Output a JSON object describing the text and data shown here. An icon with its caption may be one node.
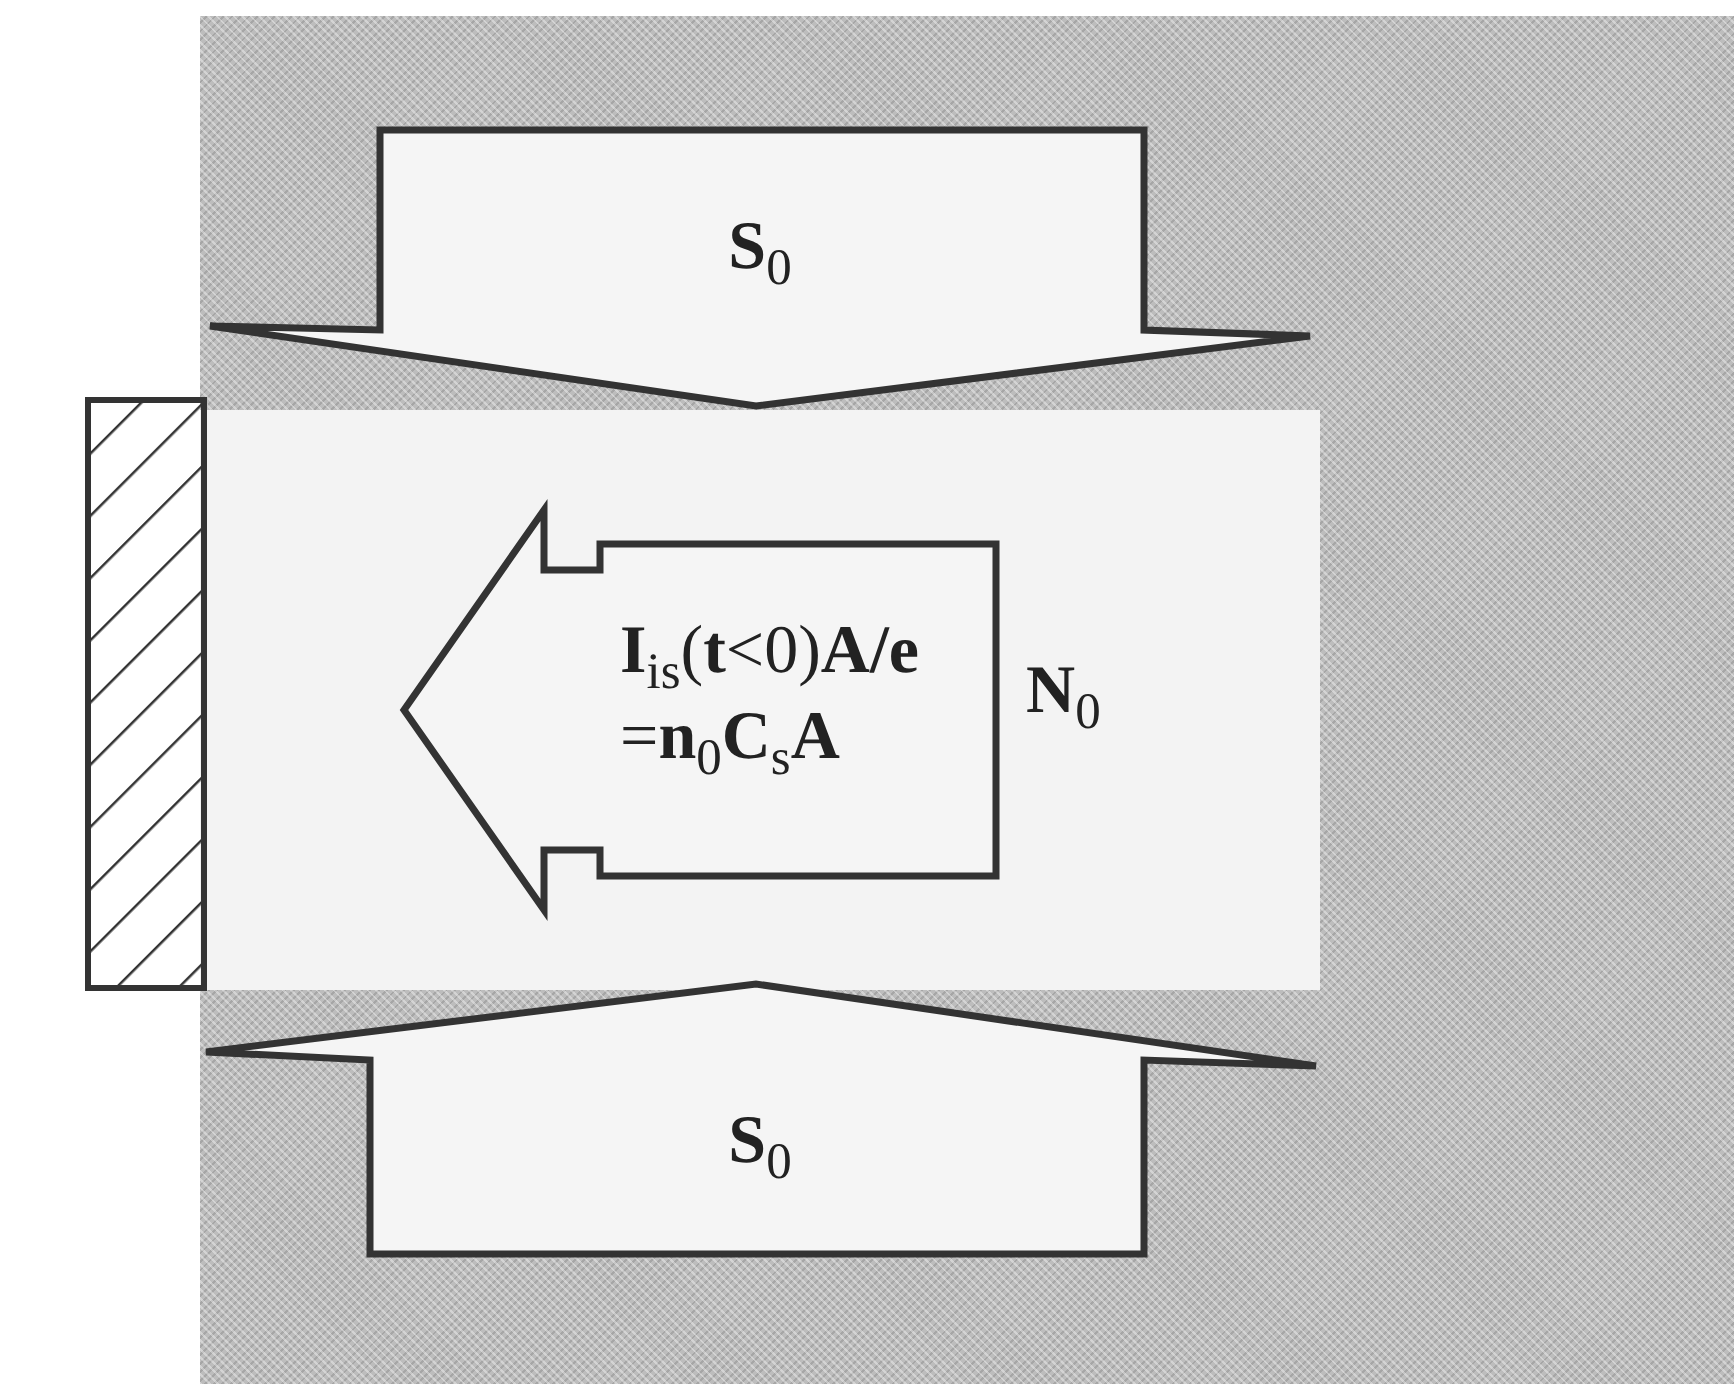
{
  "diagram": {
    "nodes": [
      {
        "text": [
          "**N**$_{0}$"
        ]
      },
      {
        "text": [
          "**S**$_{0}$"
        ]
      },
      {
        "text": [
          "**I**$_{is}$(**t**<0)**A/e** =**n**$_{0}$**C**$_{s}$**A**"
        ],
        "in": 0
      },
      {
        "text": [],
        "shape": "box"
      },
      {
        "text": [
          "**S**$_{0}$"
        ]
      }
    ]
  }
}
